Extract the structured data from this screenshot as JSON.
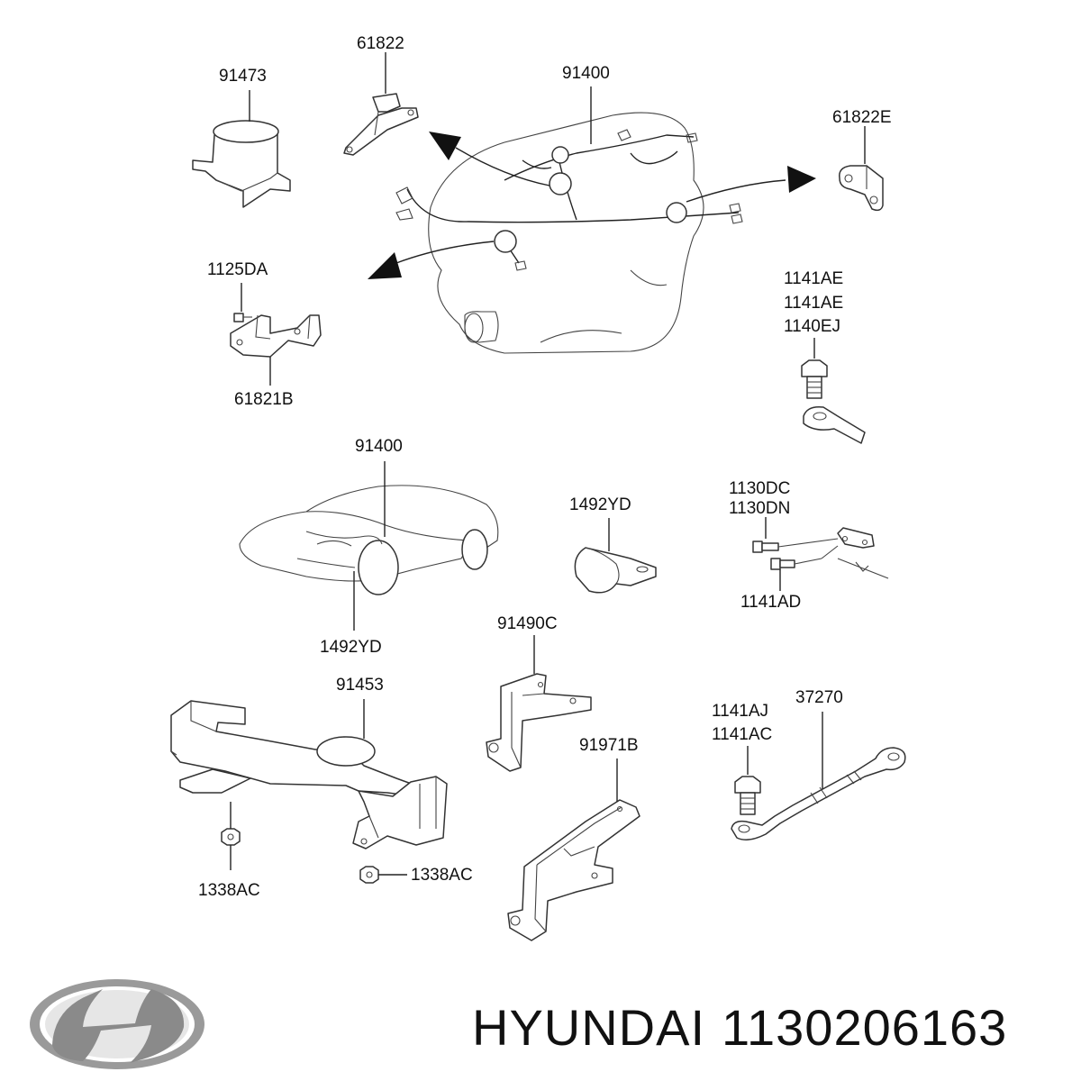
{
  "labels": {
    "l91473": "91473",
    "l61822": "61822",
    "l91400_top": "91400",
    "l61822E": "61822E",
    "l1125DA": "1125DA",
    "l61821B": "61821B",
    "l1141AE_a": "1141AE",
    "l1141AE_b": "1141AE",
    "l1140EJ": "1140EJ",
    "l91400_car": "91400",
    "l1492YD_clip": "1492YD",
    "l1130DC": "1130DC",
    "l1130DN": "1130DN",
    "l1141AD": "1141AD",
    "l1492YD_car": "1492YD",
    "l91490C": "91490C",
    "l91453": "91453",
    "l91971B": "91971B",
    "l1141AJ": "1141AJ",
    "l1141AC": "1141AC",
    "l37270": "37270",
    "l1338AC_a": "1338AC",
    "l1338AC_b": "1338AC"
  },
  "brand": {
    "name": "HYUNDAI",
    "part_number": "1130206163",
    "logo_color": "#8a8a8a"
  }
}
